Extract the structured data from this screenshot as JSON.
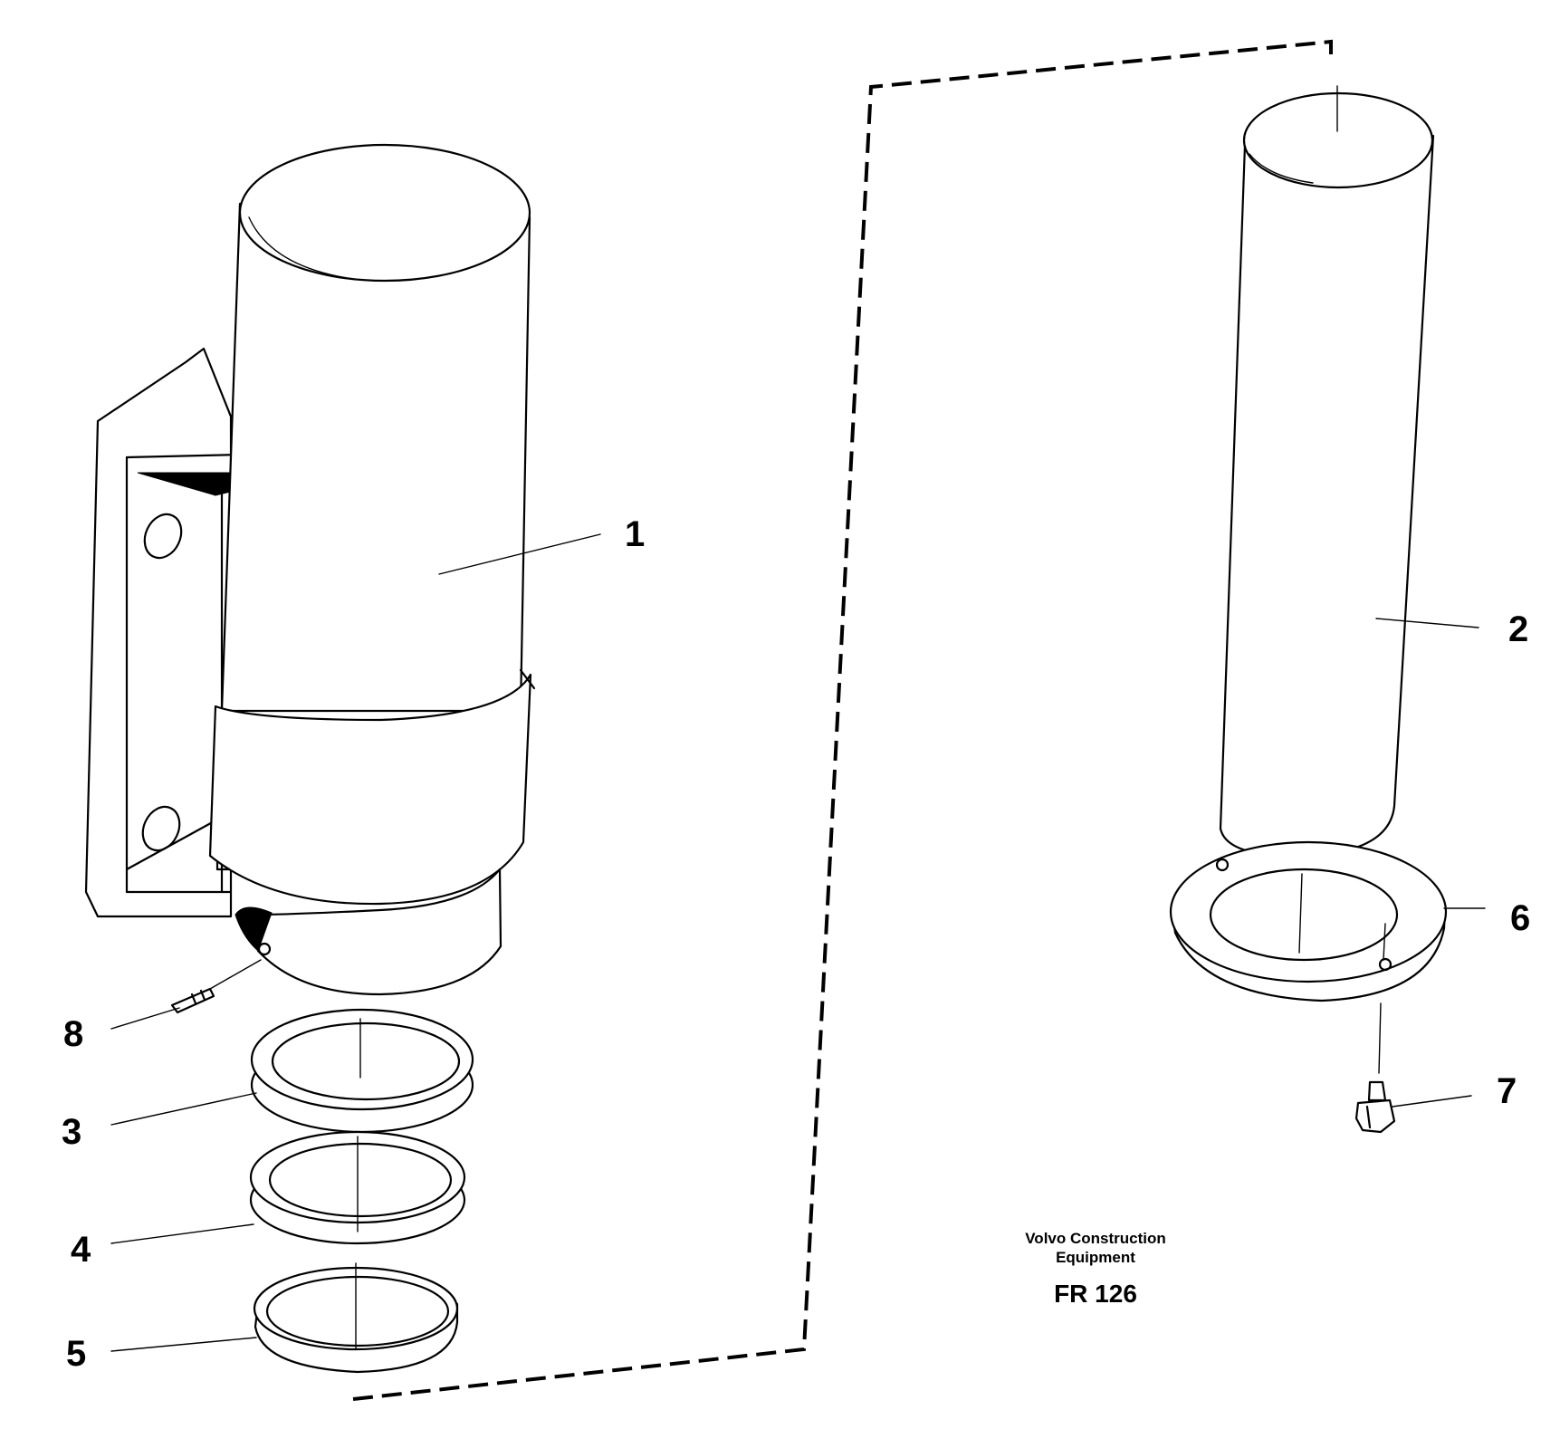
{
  "callouts": [
    {
      "id": "1",
      "label": "1"
    },
    {
      "id": "2",
      "label": "2"
    },
    {
      "id": "3",
      "label": "3"
    },
    {
      "id": "4",
      "label": "4"
    },
    {
      "id": "5",
      "label": "5"
    },
    {
      "id": "6",
      "label": "6"
    },
    {
      "id": "7",
      "label": "7"
    },
    {
      "id": "8",
      "label": "8"
    }
  ],
  "caption": {
    "company_line1": "Volvo Construction",
    "company_line2": "Equipment",
    "figure_code": "FR 126"
  }
}
